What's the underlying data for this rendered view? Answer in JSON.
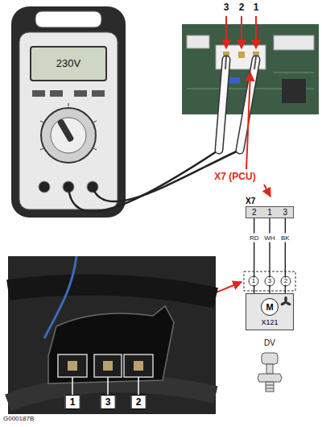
{
  "diagram": {
    "nodes": [
      {
        "text": [
          "X7",
          "2",
          "1",
          "3"
        ]
      },
      {
        "text": [
          "M",
          "X121"
        ]
      },
      {
        "text": [
          "1"
        ]
      },
      {
        "text": [
          "3"
        ]
      },
      {
        "text": [
          "2"
        ]
      }
    ],
    "edges": [
      {
        "from": 0,
        "to": 1,
        "arrow": "none",
        "label": "RD"
      },
      {
        "from": 0,
        "to": 1,
        "arrow": "none",
        "label": "WH"
      },
      {
        "from": 0,
        "to": 1,
        "arrow": "none",
        "label": "BK"
      }
    ],
    "labels": [
      "230V",
      "3",
      "2",
      "1",
      "X7 (PCU)",
      "1",
      "3",
      "2",
      "DV",
      "G000187B"
    ]
  }
}
